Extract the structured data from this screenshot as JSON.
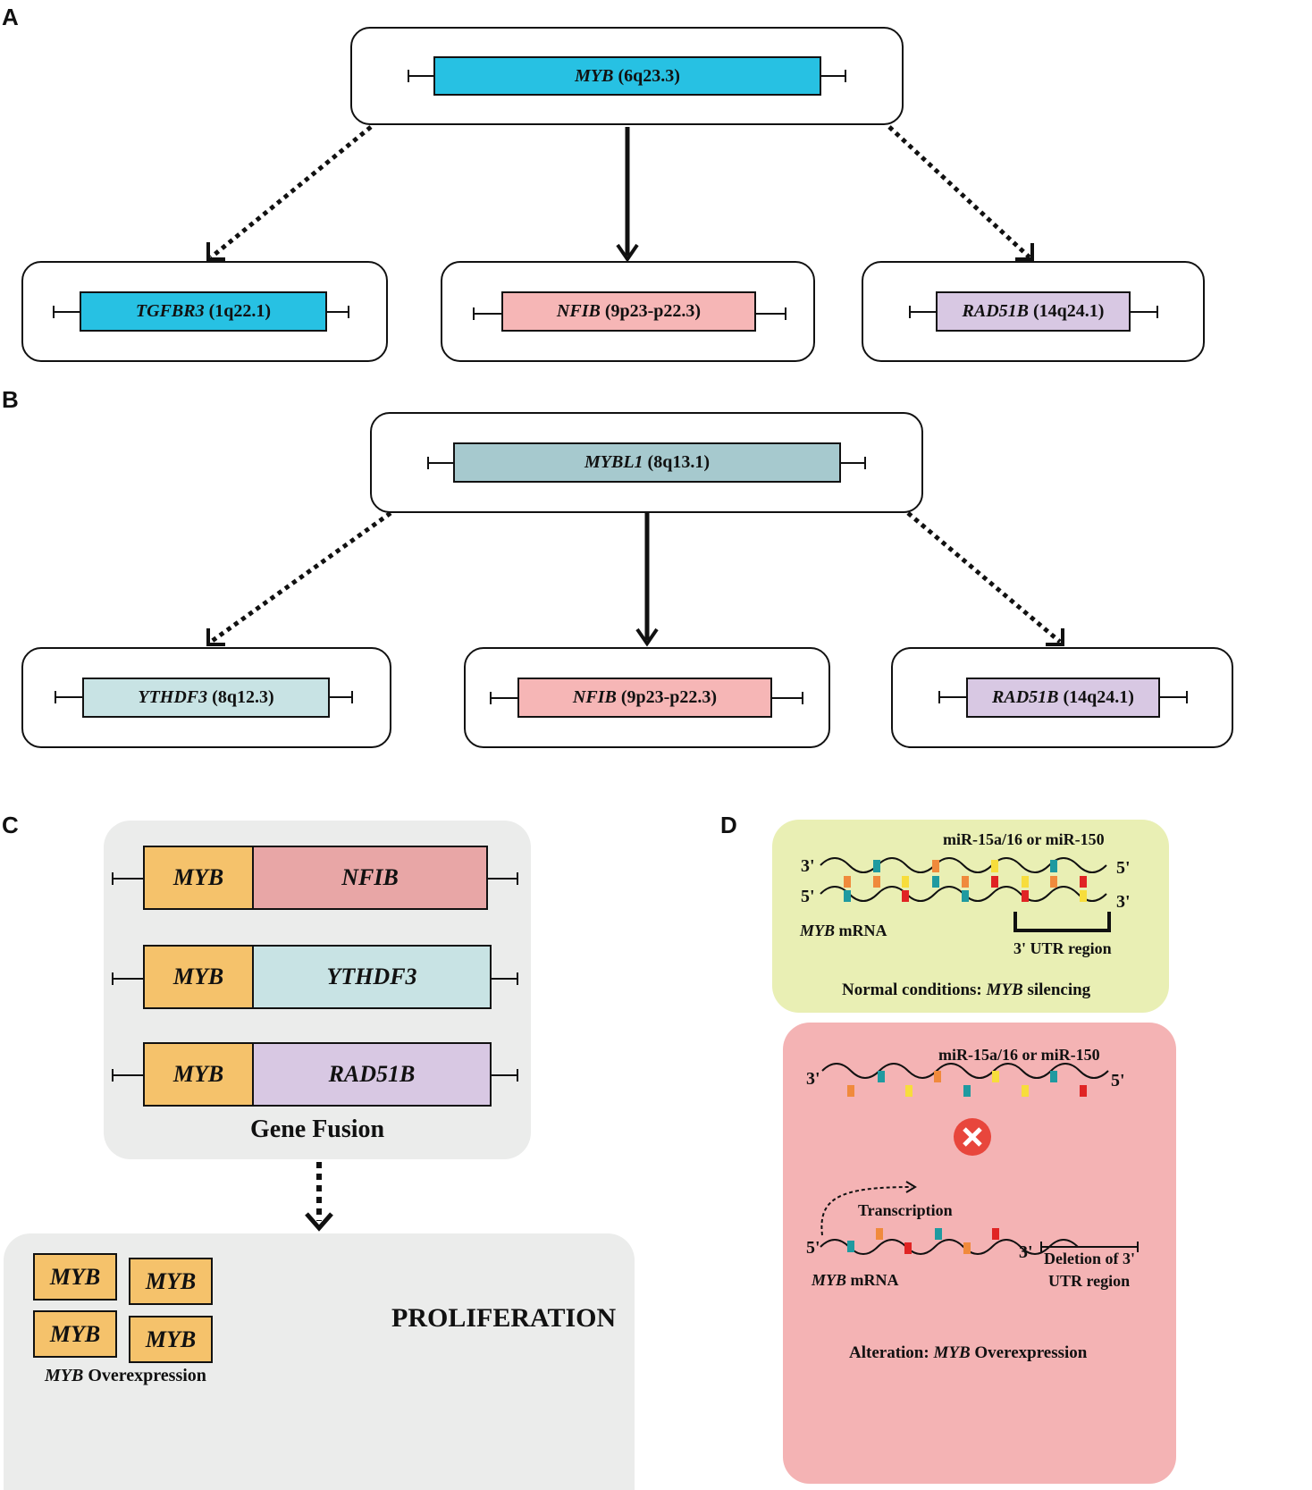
{
  "panels": {
    "a": "A",
    "b": "B",
    "c": "C",
    "d": "D"
  },
  "panel_a": {
    "top": {
      "name": "MYB",
      "locus": "(6q23.3)",
      "color": "#27c1e3"
    },
    "children": [
      {
        "name": "TGFBR3",
        "locus": "(1q22.1)",
        "color": "#27c1e3"
      },
      {
        "name": "NFIB",
        "locus": "(9p23-p22.3)",
        "color": "#f6b6b6"
      },
      {
        "name": "RAD51B",
        "locus": "(14q24.1)",
        "color": "#d8c8e3"
      }
    ]
  },
  "panel_b": {
    "top": {
      "name": "MYBL1",
      "locus": "(8q13.1)",
      "color": "#a6c9ce"
    },
    "children": [
      {
        "name": "YTHDF3",
        "locus": "(8q12.3)",
        "color": "#c8e3e4"
      },
      {
        "name": "NFIB",
        "locus": "(9p23-p22.3)",
        "color": "#f6b6b6"
      },
      {
        "name": "RAD51B",
        "locus": "(14q24.1)",
        "color": "#d8c8e3"
      }
    ]
  },
  "panel_c": {
    "fusions": [
      {
        "left": "MYB",
        "right": "NFIB",
        "left_color": "#f5c26b",
        "right_color": "#e8a6a6"
      },
      {
        "left": "MYB",
        "right": "YTHDF3",
        "left_color": "#f5c26b",
        "right_color": "#c8e3e4"
      },
      {
        "left": "MYB",
        "right": "RAD51B",
        "left_color": "#f5c26b",
        "right_color": "#d8c8e3"
      }
    ],
    "fusion_title": "Gene Fusion",
    "myb_boxes": [
      "MYB",
      "MYB",
      "MYB",
      "MYB"
    ],
    "overexpression_gene": "MYB",
    "overexpression_text": "Overexpression",
    "proliferation": "PROLIFERATION"
  },
  "panel_d": {
    "normal": {
      "mirna_label": "miR-15a/16  or miR-150",
      "top_left_end": "3'",
      "top_right_end": "5'",
      "bottom_left_end": "5'",
      "bottom_right_end": "3'",
      "mrna_gene": "MYB",
      "mrna_text": "mRNA",
      "utr_label": "3' UTR region",
      "caption_prefix": "Normal conditions:",
      "caption_gene": "MYB",
      "caption_suffix": "silencing",
      "bg": "#e9efb4"
    },
    "altered": {
      "mirna_label": "miR-15a/16  or miR-150",
      "mirna_left_end": "3'",
      "mirna_right_end": "5'",
      "transcription": "Transcription",
      "mrna_left_end": "5'",
      "mrna_right_end": "3'",
      "mrna_gene": "MYB",
      "mrna_text": "mRNA",
      "deletion_line1": "Deletion of 3'",
      "deletion_line2": "UTR region",
      "caption_prefix": "Alteration:",
      "caption_gene": "MYB",
      "caption_suffix": "Overexpression",
      "bg": "#f4b3b4"
    }
  }
}
